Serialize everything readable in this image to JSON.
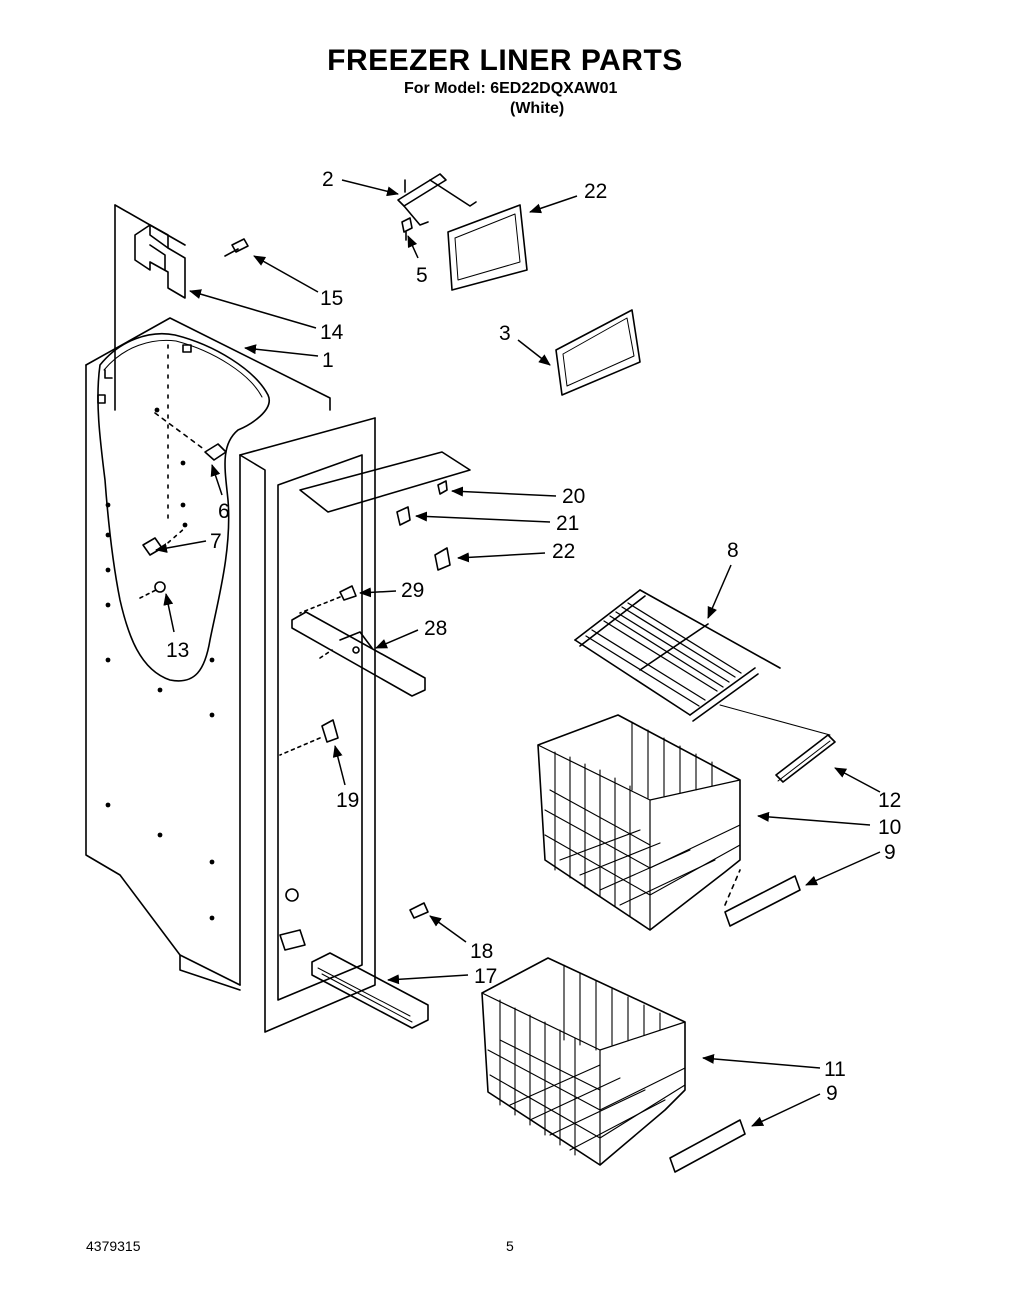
{
  "header": {
    "title": "FREEZER LINER PARTS",
    "model_line": "For Model: 6ED22DQXAW01",
    "color_line": "(White)"
  },
  "footer": {
    "doc_number": "4379315",
    "page_number": "5"
  },
  "callouts": [
    {
      "id": "c1",
      "label": "1"
    },
    {
      "id": "c2",
      "label": "2"
    },
    {
      "id": "c3",
      "label": "3"
    },
    {
      "id": "c5",
      "label": "5"
    },
    {
      "id": "c6",
      "label": "6"
    },
    {
      "id": "c7",
      "label": "7"
    },
    {
      "id": "c8",
      "label": "8"
    },
    {
      "id": "c9a",
      "label": "9"
    },
    {
      "id": "c9b",
      "label": "9"
    },
    {
      "id": "c10",
      "label": "10"
    },
    {
      "id": "c11",
      "label": "11"
    },
    {
      "id": "c12",
      "label": "12"
    },
    {
      "id": "c13",
      "label": "13"
    },
    {
      "id": "c14",
      "label": "14"
    },
    {
      "id": "c15",
      "label": "15"
    },
    {
      "id": "c17",
      "label": "17"
    },
    {
      "id": "c18",
      "label": "18"
    },
    {
      "id": "c19",
      "label": "19"
    },
    {
      "id": "c20",
      "label": "20"
    },
    {
      "id": "c21",
      "label": "21"
    },
    {
      "id": "c22a",
      "label": "22"
    },
    {
      "id": "c22b",
      "label": "22"
    },
    {
      "id": "c28",
      "label": "28"
    },
    {
      "id": "c29",
      "label": "29"
    }
  ]
}
